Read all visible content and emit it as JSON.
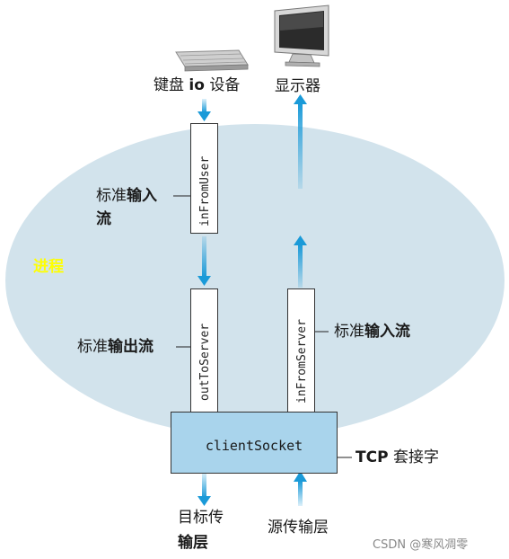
{
  "devices": {
    "keyboard_label_pre": "键盘",
    "keyboard_label_io": "io",
    "keyboard_label_post": "设备",
    "display_label": "显示器"
  },
  "process": {
    "label": "进程",
    "color": "#ffff00"
  },
  "streams": {
    "in_from_user": "inFromUser",
    "in_from_user_label_a": "标准",
    "in_from_user_label_b": "输入",
    "in_from_user_label_c": "流",
    "out_to_server": "outToServer",
    "out_to_server_label_a": "标准",
    "out_to_server_label_b": "输出流",
    "in_from_server": "inFromServer",
    "in_from_server_label_a": "标准",
    "in_from_server_label_b": "输入流"
  },
  "socket": {
    "name": "clientSocket",
    "tcp_label_a": "TCP",
    "tcp_label_b": "套接字"
  },
  "network": {
    "dest_label_a": "目标传",
    "dest_label_b": "输层",
    "src_label": "源传输层"
  },
  "watermark": "CSDN @寒风凋零",
  "colors": {
    "ellipse_fill": "#d2e3ec",
    "arrow": "#1a9ad8",
    "socket_fill": "#a9d4ec"
  }
}
